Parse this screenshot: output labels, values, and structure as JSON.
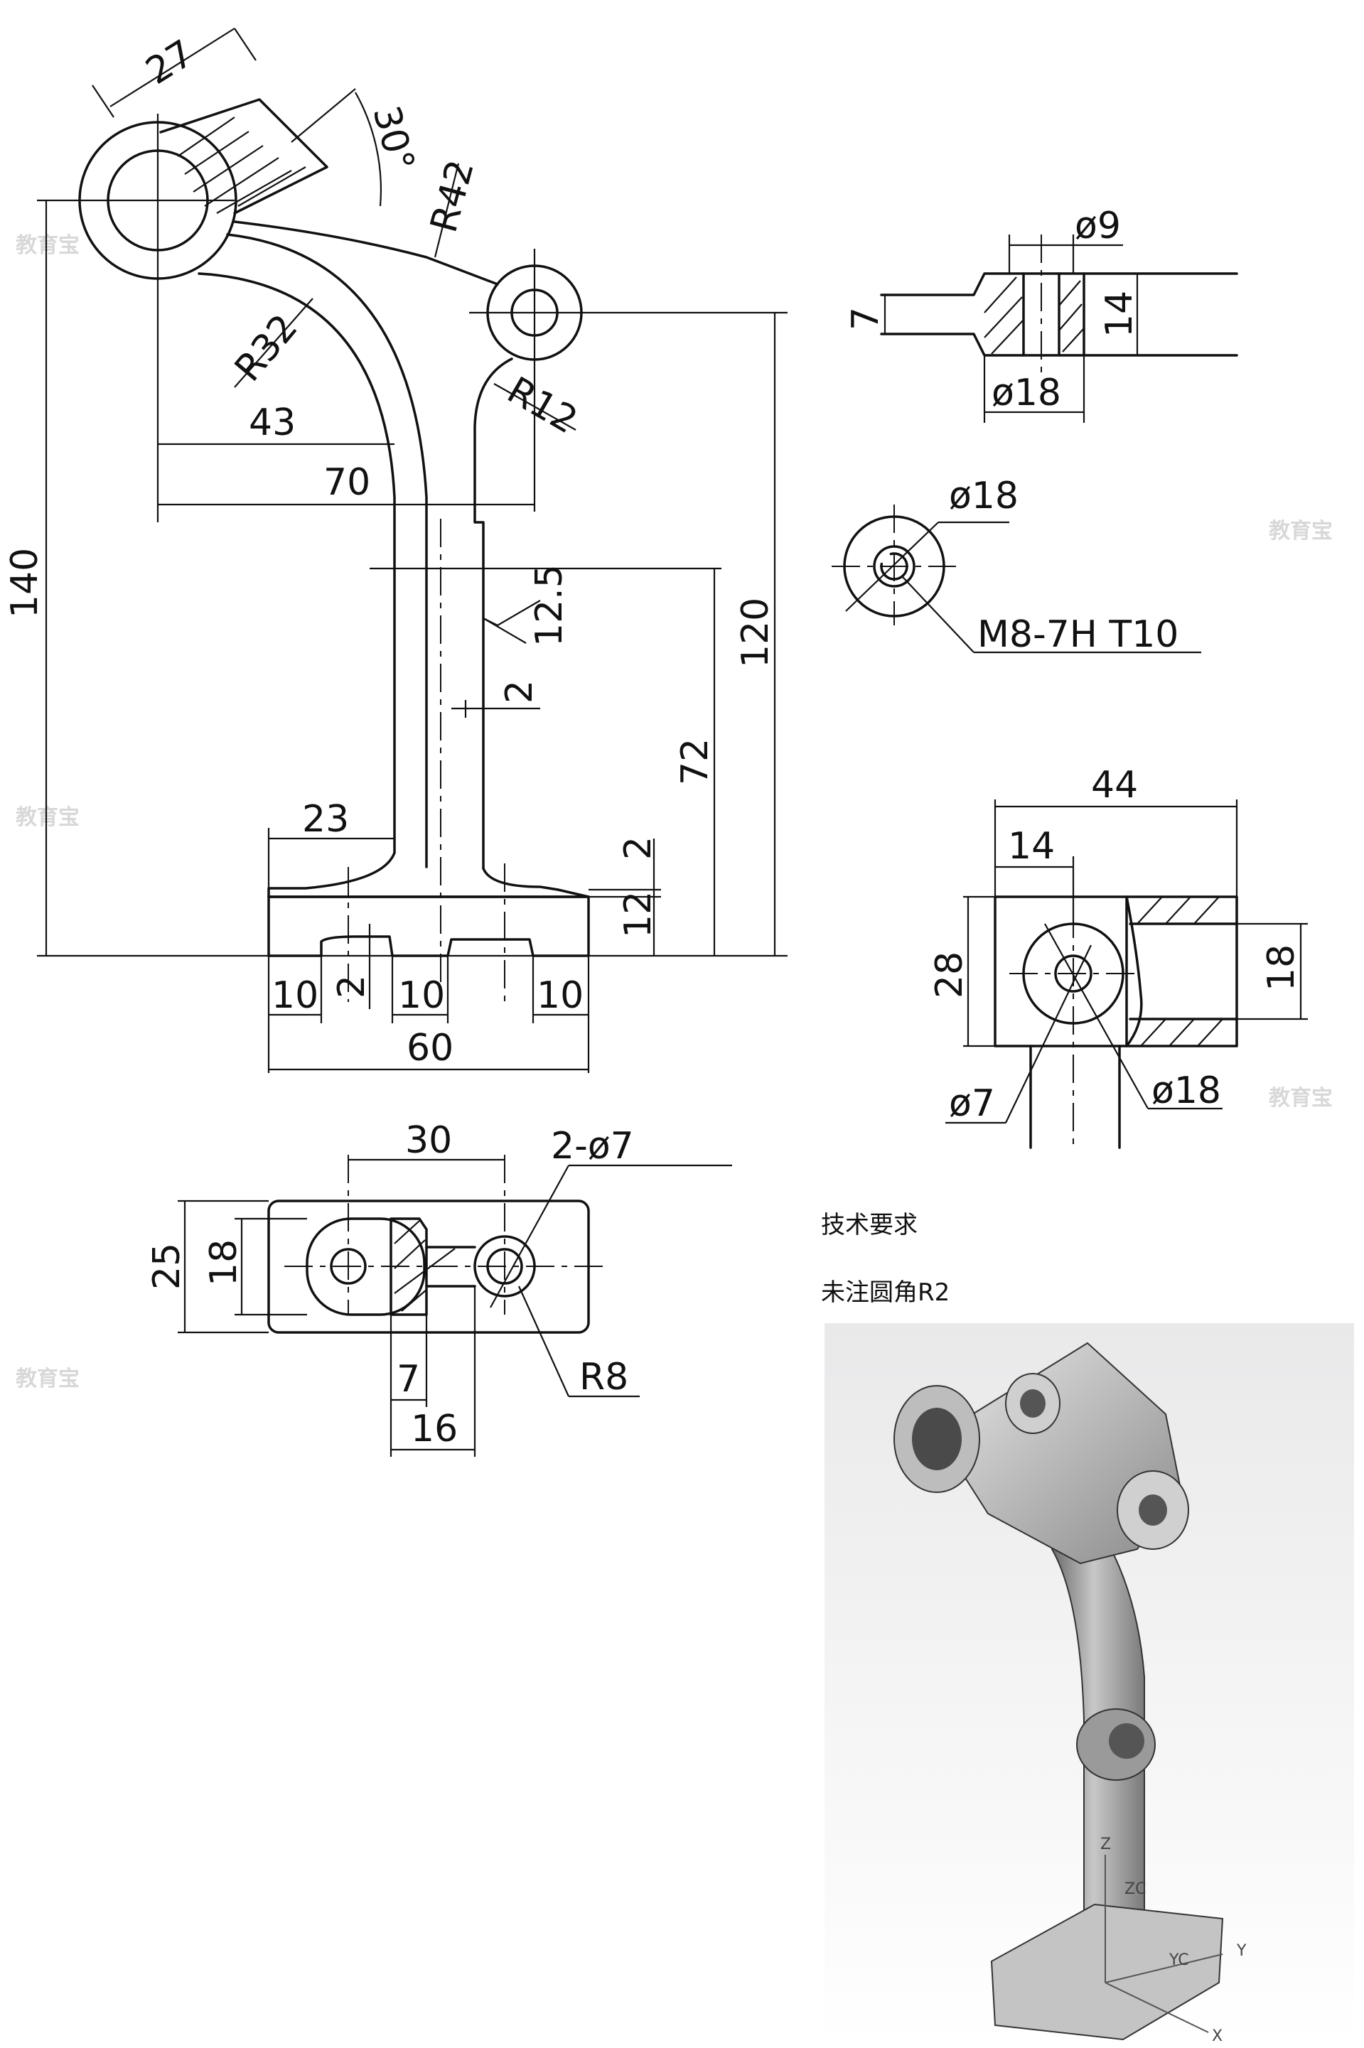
{
  "main_view": {
    "dims": {
      "d27": "27",
      "d30": "30°",
      "r42": "R42",
      "r32": "R32",
      "r12": "R12",
      "d43": "43",
      "d70": "70",
      "d140": "140",
      "d120": "120",
      "d72": "72",
      "rough": "12.5",
      "d2a": "2",
      "d23": "23",
      "d2b": "2",
      "d12": "12",
      "d10a": "10",
      "d2c": "2",
      "d10b": "10",
      "d10c": "10",
      "d60": "60"
    }
  },
  "section_right": {
    "dims": {
      "phi9": "ø9",
      "d7": "7",
      "d14": "14",
      "phi18": "ø18"
    }
  },
  "thread_view": {
    "dims": {
      "phi18": "ø18",
      "thread": "M8-7H  T10"
    }
  },
  "boss_view": {
    "dims": {
      "d44": "44",
      "d14": "14",
      "d28": "28",
      "d18": "18",
      "phi7": "ø7",
      "phi18": "ø18"
    }
  },
  "base_view": {
    "dims": {
      "d30": "30",
      "holes": "2-ø7",
      "d25": "25",
      "d18": "18",
      "d7": "7",
      "d16": "16",
      "r8": "R8"
    }
  },
  "notes": {
    "title": "技术要求",
    "line1": "未注圆角R2"
  },
  "model_axes": {
    "z": "Z",
    "y": "Y",
    "x": "X",
    "zc": "ZC",
    "yc": "YC"
  },
  "watermark": "教育宝"
}
